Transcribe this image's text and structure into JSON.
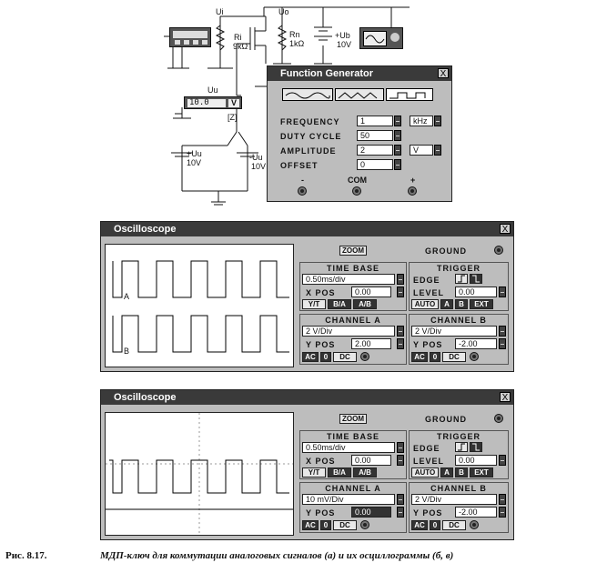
{
  "schematic": {
    "label_ui": "Ui",
    "label_uo": "Uo",
    "label_ri": "Ri",
    "label_ri_value": "9kΩ",
    "label_rn": "Rn",
    "label_rn_value": "1kΩ",
    "label_ub": "+Ub",
    "label_ub_value": "10V",
    "label_uu": "Uu",
    "meter_value": "10.0",
    "meter_unit": "V",
    "switch_key": "[Z]",
    "label_plus_uu": "+Uu",
    "label_plus_uu_value": "10V",
    "label_minus_uu": "-Uu",
    "label_minus_uu_value": "10V"
  },
  "function_generator": {
    "title": "Function Generator",
    "close": "X",
    "frequency_label": "FREQUENCY",
    "frequency_value": "1",
    "frequency_unit": "kHz",
    "duty_label": "DUTY CYCLE",
    "duty_value": "50",
    "amplitude_label": "AMPLITUDE",
    "amplitude_value": "2",
    "amplitude_unit": "V",
    "offset_label": "OFFSET",
    "offset_value": "0",
    "terminal_minus": "-",
    "terminal_com": "COM",
    "terminal_plus": "+"
  },
  "scope1": {
    "title": "Oscilloscope",
    "close": "X",
    "trace_a_label": "A",
    "trace_b_label": "B",
    "zoom": "ZOOM",
    "ground": "GROUND",
    "time_base": {
      "heading": "TIME BASE",
      "value": "0.50ms/div",
      "xpos_label": "X POS",
      "xpos_value": "0.00",
      "buttons": [
        "Y/T",
        "B/A",
        "A/B"
      ]
    },
    "trigger": {
      "heading": "TRIGGER",
      "edge_label": "EDGE",
      "level_label": "LEVEL",
      "level_value": "0.00",
      "buttons": [
        "AUTO",
        "A",
        "B",
        "EXT"
      ]
    },
    "channel_a": {
      "heading": "CHANNEL A",
      "value": "2 V/Div",
      "ypos_label": "Y POS",
      "ypos_value": "2.00",
      "buttons": [
        "AC",
        "0",
        "DC"
      ]
    },
    "channel_b": {
      "heading": "CHANNEL B",
      "value": "2 V/Div",
      "ypos_label": "Y POS",
      "ypos_value": "-2.00",
      "buttons": [
        "AC",
        "0",
        "DC"
      ]
    }
  },
  "scope2": {
    "title": "Oscilloscope",
    "close": "X",
    "zoom": "ZOOM",
    "ground": "GROUND",
    "time_base": {
      "heading": "TIME BASE",
      "value": "0.50ms/div",
      "xpos_label": "X POS",
      "xpos_value": "0.00",
      "buttons": [
        "Y/T",
        "B/A",
        "A/B"
      ]
    },
    "trigger": {
      "heading": "TRIGGER",
      "edge_label": "EDGE",
      "level_label": "LEVEL",
      "level_value": "0.00",
      "buttons": [
        "AUTO",
        "A",
        "B",
        "EXT"
      ]
    },
    "channel_a": {
      "heading": "CHANNEL A",
      "value": "10 mV/Div",
      "ypos_label": "Y POS",
      "ypos_value": "0.00",
      "buttons": [
        "AC",
        "0",
        "DC"
      ]
    },
    "channel_b": {
      "heading": "CHANNEL B",
      "value": "2 V/Div",
      "ypos_label": "Y POS",
      "ypos_value": "-2.00",
      "buttons": [
        "AC",
        "0",
        "DC"
      ]
    }
  },
  "caption": {
    "figure": "Рис. 8.17.",
    "text": "МДП-ключ для коммутации аналоговых сигналов (а) и их осциллограммы (б, в)"
  }
}
